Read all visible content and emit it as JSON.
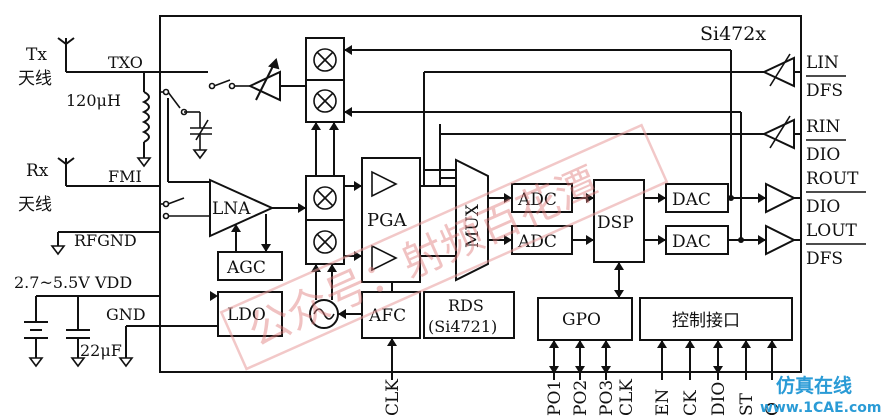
{
  "chip": {
    "name": "Si472x"
  },
  "antennas": {
    "tx": {
      "label": "Tx",
      "sublabel": "天线"
    },
    "rx": {
      "label": "Rx",
      "sublabel": "天线"
    }
  },
  "left_pins": {
    "txo": "TXO",
    "inductor": "120μH",
    "fmi": "FMI",
    "rfgnd": "RFGND",
    "vdd": "2.7~5.5V VDD",
    "gnd": "GND",
    "cap": "22μF"
  },
  "blocks": {
    "lna": "LNA",
    "agc": "AGC",
    "ldo": "LDO",
    "pga": "PGA",
    "mux": "MUX",
    "adc1": "ADC",
    "adc2": "ADC",
    "dsp": "DSP",
    "dac1": "DAC",
    "dac2": "DAC",
    "afc": "AFC",
    "rds": "RDS",
    "rds_sub": "(Si4721)",
    "gpo": "GPO",
    "ctrl": "控制接口"
  },
  "right_pins": [
    {
      "top": "LIN",
      "bottom": "DFS"
    },
    {
      "top": "RIN",
      "bottom": "DIO"
    },
    {
      "top": "ROUT",
      "bottom": "DIO"
    },
    {
      "top": "LOUT",
      "bottom": "DFS"
    }
  ],
  "bottom_pins": {
    "rclk": "CLK",
    "gpo": [
      "PO1",
      "PO2",
      "PO3",
      "CLK"
    ],
    "ctrl": [
      "EN",
      "CK",
      "DIO",
      "ST",
      "O"
    ]
  },
  "watermark": {
    "text": "公众号：射频百花潭"
  },
  "logo": {
    "text": "仿真在线",
    "url": "www.1CAE.com"
  }
}
